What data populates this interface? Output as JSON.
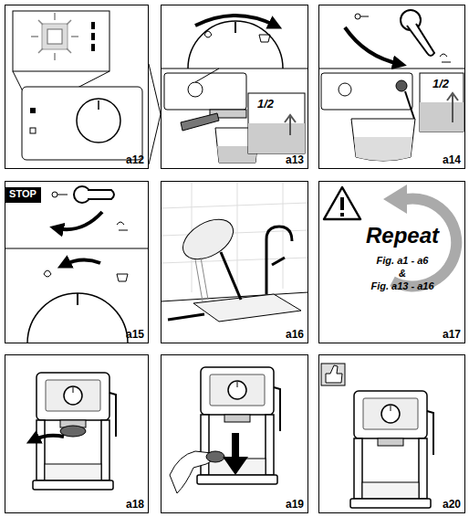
{
  "diagram": {
    "nodes": [
      {
        "text": [
          "a12"
        ]
      },
      {
        "text": [
          "a13"
        ]
      },
      {
        "text": [
          "a14"
        ]
      },
      {
        "text": [
          "a15"
        ]
      },
      {
        "text": [
          "a16"
        ]
      },
      {
        "text": [
          "a17"
        ]
      },
      {
        "text": [
          "a18"
        ]
      },
      {
        "text": [
          "a19"
        ]
      },
      {
        "text": [
          "a20"
        ]
      }
    ],
    "edges": [
      {
        "from": 0,
        "to": 1,
        "arrow": "none"
      }
    ],
    "labels": [
      "1/2",
      "1/2",
      "STOP",
      "Repeat",
      "Fig. a1 - a6",
      "&",
      "Fig. a13 - a16"
    ]
  }
}
